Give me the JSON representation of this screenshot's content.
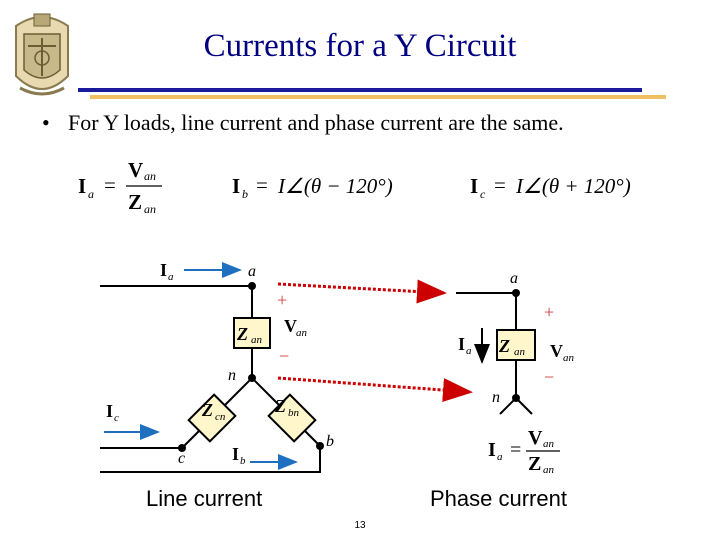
{
  "slide": {
    "title": "Currents for a Y Circuit",
    "bullet": "For Y loads, line current and phase current are the same.",
    "page_number": "13"
  },
  "equations": {
    "ia": {
      "lhs_main": "I",
      "lhs_sub": "a",
      "num_main": "V",
      "num_sub": "an",
      "den_main": "Z",
      "den_sub": "an"
    },
    "ib": {
      "lhs_main": "I",
      "lhs_sub": "b",
      "rhs": "I∠(θ − 120°)"
    },
    "ic": {
      "lhs_main": "I",
      "lhs_sub": "c",
      "rhs": "I∠(θ + 120°)"
    }
  },
  "left_circuit": {
    "node_a": "a",
    "node_b": "b",
    "node_c": "c",
    "node_n": "n",
    "current_a_main": "I",
    "current_a_sub": "a",
    "current_b_main": "I",
    "current_b_sub": "b",
    "current_c_main": "I",
    "current_c_sub": "c",
    "z_an_main": "Z",
    "z_an_sub": "an",
    "z_bn_main": "Z",
    "z_bn_sub": "bn",
    "z_cn_main": "Z",
    "z_cn_sub": "cn",
    "v_main": "V",
    "v_sub": "an",
    "plus": "+",
    "minus": "−"
  },
  "right_circuit": {
    "node_a": "a",
    "node_n": "n",
    "current_main": "I",
    "current_sub": "a",
    "z_main": "Z",
    "z_sub": "an",
    "v_main": "V",
    "v_sub": "an",
    "plus": "+",
    "minus": "−",
    "eq_lhs_main": "I",
    "eq_lhs_sub": "a",
    "eq_num_main": "V",
    "eq_num_sub": "an",
    "eq_den_main": "Z",
    "eq_den_sub": "an"
  },
  "captions": {
    "left": "Line current",
    "right": "Phase current"
  },
  "colors": {
    "title": "#000080",
    "arrow_blue": "#1f6fc0",
    "dotted_red": "#cc0000",
    "plus_minus_red": "#d04040",
    "rule_blue": "#1a1a9a",
    "rule_gold": "#f0c060"
  },
  "icons": {
    "seal": "naval-academy-crest-icon"
  }
}
